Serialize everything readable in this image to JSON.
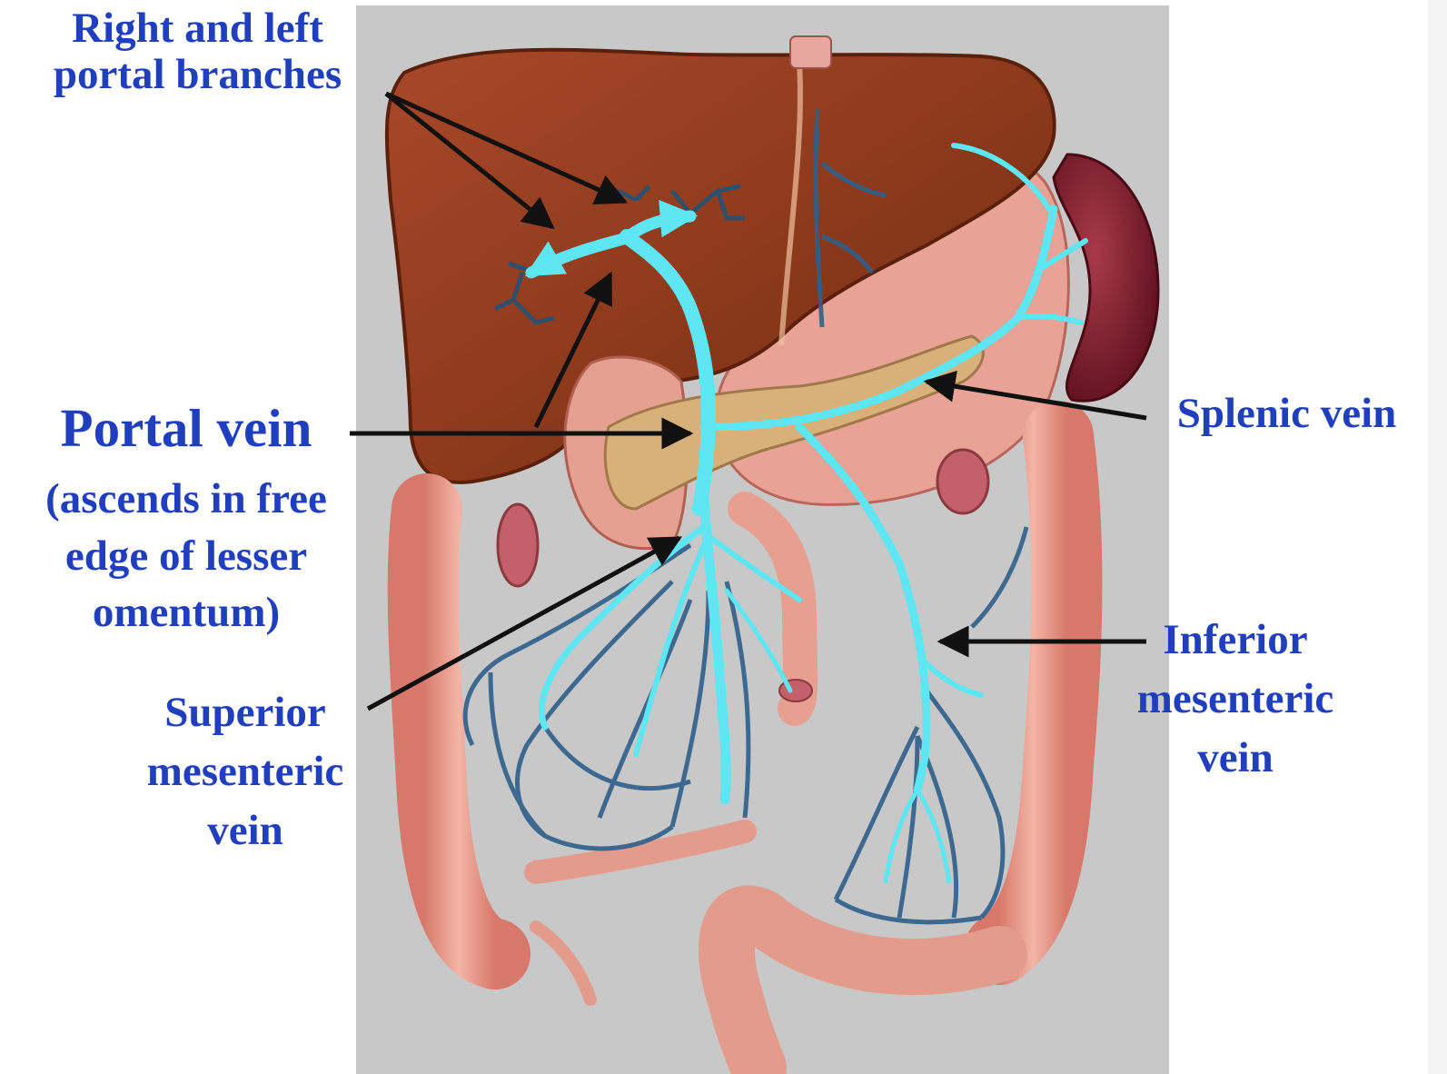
{
  "labels": {
    "portal_branches": [
      "Right and left",
      "portal branches"
    ],
    "portal_vein": "Portal vein",
    "portal_vein_note": [
      "(ascends in free",
      "edge of lesser",
      "omentum)"
    ],
    "superior_mesenteric": [
      "Superior",
      "mesenteric",
      "vein"
    ],
    "splenic": "Splenic vein",
    "inferior_mesenteric": [
      "Inferior",
      "mesenteric",
      "vein"
    ]
  },
  "colors": {
    "label_text": "#1f3fbf",
    "background_panel": "#c8c8c8",
    "liver": "#8e3a1c",
    "portal_system": "#5ee6f2",
    "small_veins": "#2f5f8a",
    "colon": "#e69a8a",
    "spleen": "#7a1a2a",
    "pancreas": "#d9b07a",
    "arrow": "#111111"
  }
}
